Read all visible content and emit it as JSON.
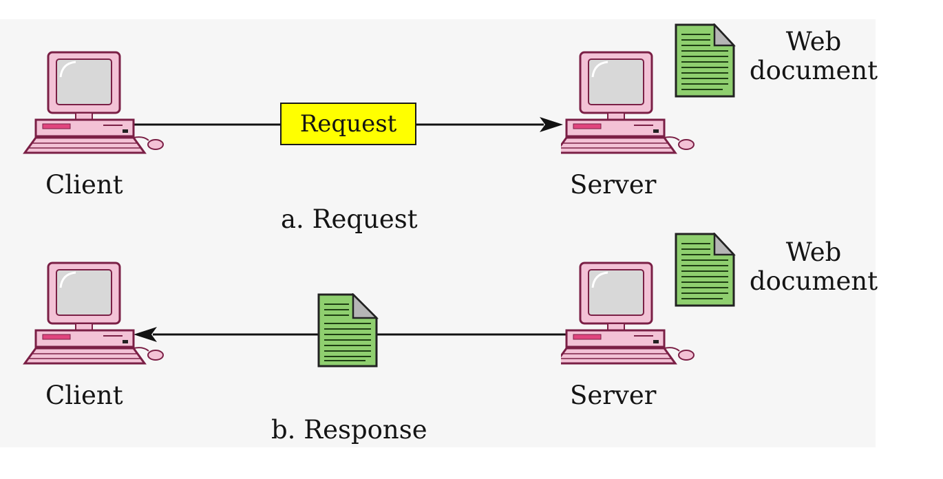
{
  "panel_a": {
    "client_label": "Client",
    "server_label": "Server",
    "message_label": "Request",
    "doc_label_line1": "Web",
    "doc_label_line2": "document",
    "caption": "a. Request"
  },
  "panel_b": {
    "client_label": "Client",
    "server_label": "Server",
    "doc_label_line1": "Web",
    "doc_label_line2": "document",
    "caption": "b. Response"
  },
  "colors": {
    "monitor_case": "#f3c2d6",
    "monitor_outline": "#7a1f45",
    "screen": "#d8d8d8",
    "document_fill": "#8fcf6f",
    "request_box": "#ffff00"
  },
  "icons": {
    "computer": "desktop-computer-icon",
    "document": "web-document-icon"
  }
}
